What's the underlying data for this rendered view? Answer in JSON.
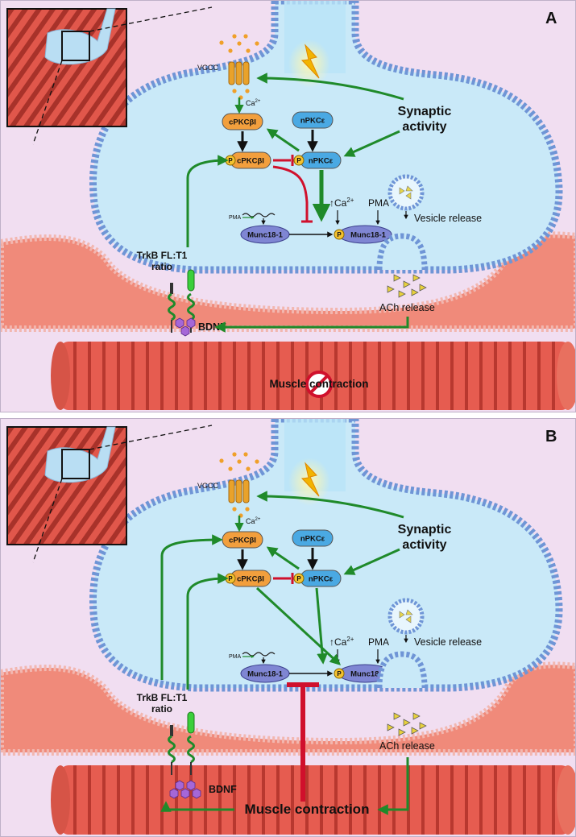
{
  "panels": [
    {
      "letter": "A",
      "vgcc": "VGCC",
      "ca": "Ca",
      "ca_sup": "2+",
      "cpkc": "cPKCβI",
      "npkc": "nPKCε",
      "p": "P",
      "synaptic_1": "Synaptic",
      "synaptic_2": "activity",
      "pma": "PMA",
      "munc": "Munc18-1",
      "up_ca": "↑Ca",
      "up_ca_sup": "2+",
      "pma2": "PMA",
      "vesicle_release": "Vesicle release",
      "trkb_1": "TrkB FL:T1",
      "trkb_2": "ratio",
      "ach_release": "ACh release",
      "bdnf": "BDNF",
      "muscle": "Muscle contraction"
    },
    {
      "letter": "B",
      "vgcc": "VGCC",
      "ca": "Ca",
      "ca_sup": "2+",
      "cpkc": "cPKCβI",
      "npkc": "nPKCε",
      "p": "P",
      "synaptic_1": "Synaptic",
      "synaptic_2": "activity",
      "pma": "PMA",
      "munc": "Munc18-1",
      "up_ca": "↑Ca",
      "up_ca_sup": "2+",
      "pma2": "PMA",
      "vesicle_release": "Vesicle release",
      "trkb_1": "TrkB FL:T1",
      "trkb_2": "ratio",
      "ach_release": "ACh release",
      "bdnf": "BDNF",
      "muscle": "Muscle contraction"
    }
  ],
  "colors": {
    "background": "#f1def1",
    "terminal": "#c9e9f8",
    "membrane": "#6f95d6",
    "muscle": "#f08a7a",
    "cpkc": "#f29f3d",
    "npkc": "#4aa9e3",
    "munc": "#7f86d3",
    "activate": "#1f8a2a",
    "inhibit": "#d0102c"
  }
}
